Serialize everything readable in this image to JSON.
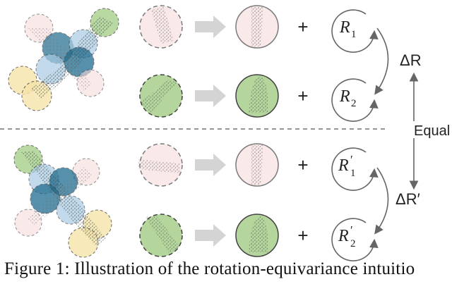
{
  "diagram": {
    "plus_sign": "+",
    "rotation_labels": {
      "r1": "R",
      "r1_sub": "1",
      "r2": "R",
      "r2_sub": "2",
      "r1_prime": "R",
      "r1_prime_sub": "1",
      "r2_prime": "R",
      "r2_prime_sub": "2",
      "prime_mark": "′"
    },
    "delta_top": "ΔR",
    "delta_bottom": "ΔR′",
    "equal_label": "Equal"
  },
  "caption": "Figure 1: Illustration of the rotation-equivariance intuitio",
  "colors": {
    "stroke": "#555555",
    "blue": "#1f6b8e",
    "light_blue": "#a9cbe3",
    "green": "#a8d08d",
    "yellow": "#f6e4a8",
    "pink": "#f7dcdc",
    "arrow_gray": "#d4d4d4"
  }
}
